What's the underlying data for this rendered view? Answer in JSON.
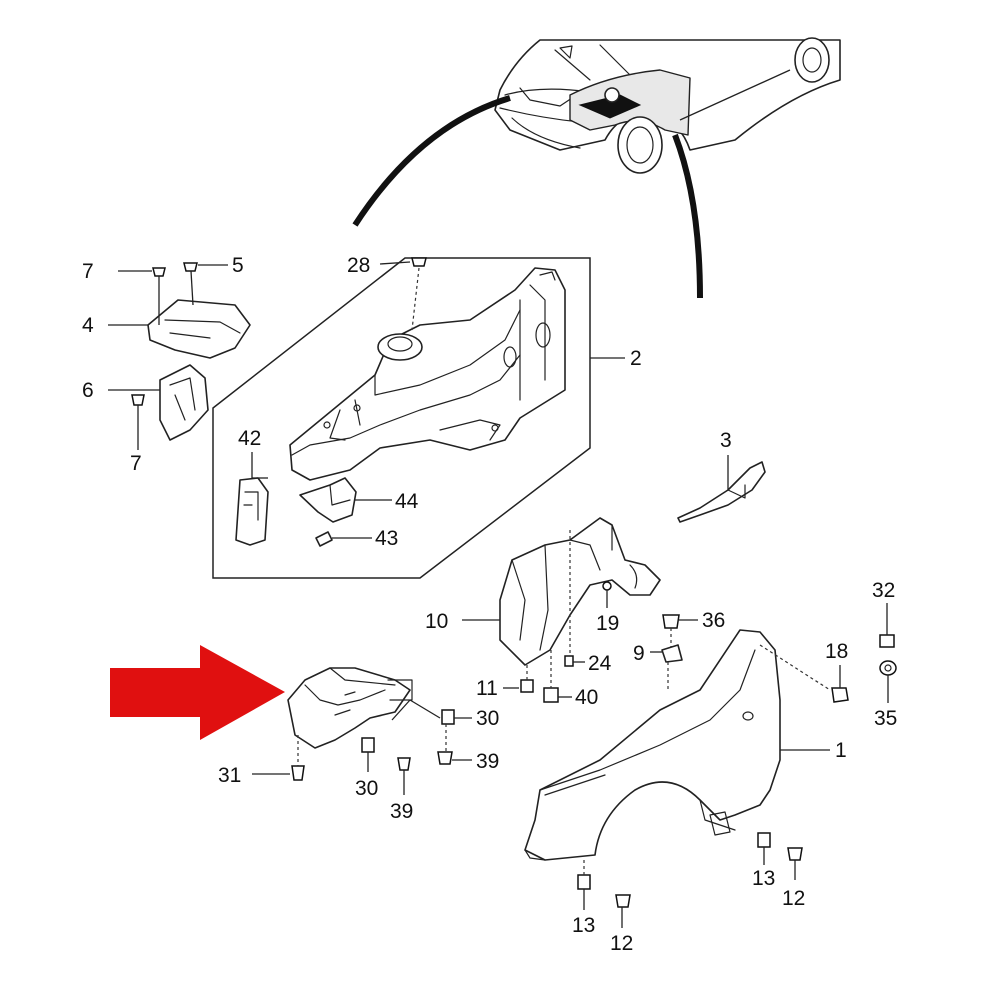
{
  "diagram": {
    "accent_color": "#e01010",
    "callouts": {
      "c1": "1",
      "c2": "2",
      "c3": "3",
      "c4": "4",
      "c5": "5",
      "c6": "6",
      "c7a": "7",
      "c7b": "7",
      "c9": "9",
      "c10": "10",
      "c11": "11",
      "c12a": "12",
      "c12b": "12",
      "c13a": "13",
      "c13b": "13",
      "c18": "18",
      "c19": "19",
      "c24": "24",
      "c28": "28",
      "c30a": "30",
      "c30b": "30",
      "c31": "31",
      "c32": "32",
      "c35": "35",
      "c36": "36",
      "c39a": "39",
      "c39b": "39",
      "c40": "40",
      "c42": "42",
      "c43": "43",
      "c44": "44"
    }
  }
}
